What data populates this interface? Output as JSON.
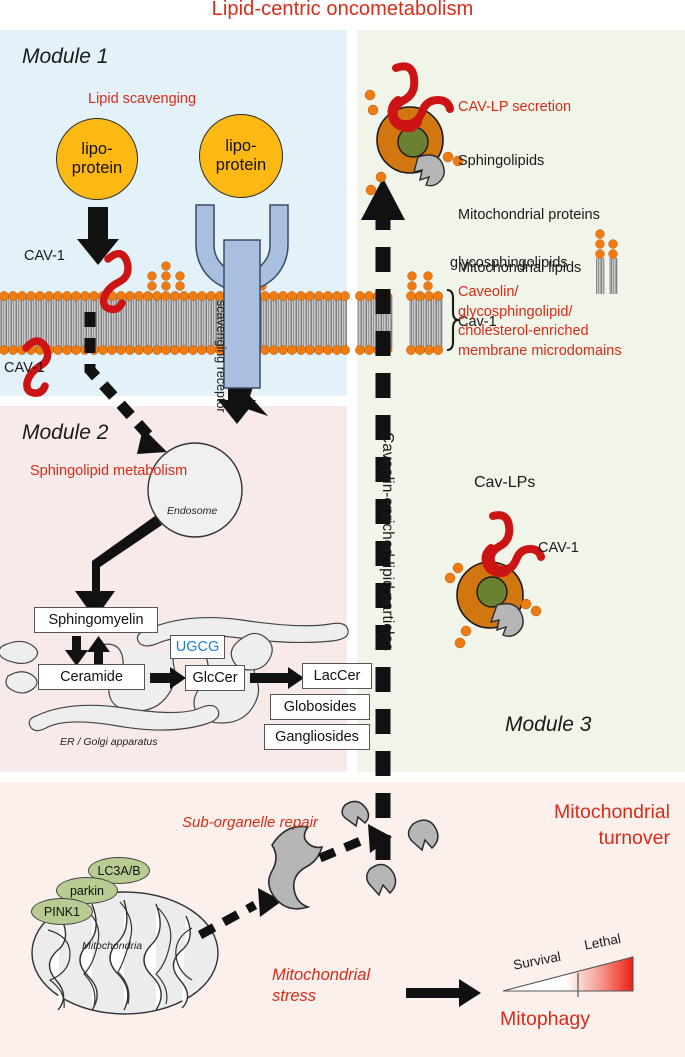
{
  "figure": {
    "title": "Lipid-centric oncometabolism",
    "accent_red": "#d92b18",
    "accent_blue": "#1a7fd4",
    "lipoprotein_color": "#fdb913",
    "cavlp_color": "#d2760f",
    "cavlp_core_color": "#6c8033",
    "membrane_head_color": "#ef7c12",
    "panel_colors": {
      "module1": "#e3f1f8",
      "module2": "#f7eae8",
      "module3": "#f1f4e9",
      "bottom": "#fcf0ec"
    }
  },
  "module1": {
    "label": "Module 1",
    "heading": "Lipid scavenging",
    "lipoprotein_left": "lipo-\nprotein",
    "lipoprotein_right": "lipo-\nprotein",
    "receptor_label": "scavenging\nreceptor",
    "cav1_top": "CAV-1",
    "cav1_bottom": "CAV-1"
  },
  "module2": {
    "label": "Module 2",
    "heading": "Sphingolipid metabolism",
    "endosome_label": "Endosome",
    "organelle_label": "ER / Golgi apparatus",
    "boxes": {
      "sphingomyelin": "Sphingomyelin",
      "ceramide": "Ceramide",
      "ugcg": "UGCG",
      "glccer": "GlcCer",
      "laccer": "LacCer",
      "globosides": "Globosides",
      "gangliosides": "Gangliosides"
    }
  },
  "module3": {
    "label": "Module 3",
    "secretion_heading": "CAV-LP secretion",
    "secretion_items": [
      "Sphingolipids",
      "Mitochondrial proteins",
      "Mitochondrial lipids",
      "Cav-1"
    ],
    "glycosphingolipids_label": "glycosphingolipids",
    "microdomain_label": "Caveolin/\nglycosphingolipid/\ncholesterol-enriched\nmembrane microdomains",
    "cavlps_label": "Cav-LPs",
    "cav1_label": "CAV-1",
    "transport_label": "Caveolin-enriched lipid particles"
  },
  "bottom": {
    "title": "Mitochondrial\nturnover",
    "suborganelle_repair": "Sub-organelle repair",
    "mitochondrial_stress": "Mitochondrial\nstress",
    "mitophagy": "Mitophagy",
    "mitochondria_label": "Mitochondria",
    "tags": {
      "lc3ab": "LC3A/B",
      "parkin": "parkin",
      "pink1": "PINK1"
    },
    "wedge": {
      "left_label": "Survival",
      "right_label": "Lethal"
    }
  }
}
